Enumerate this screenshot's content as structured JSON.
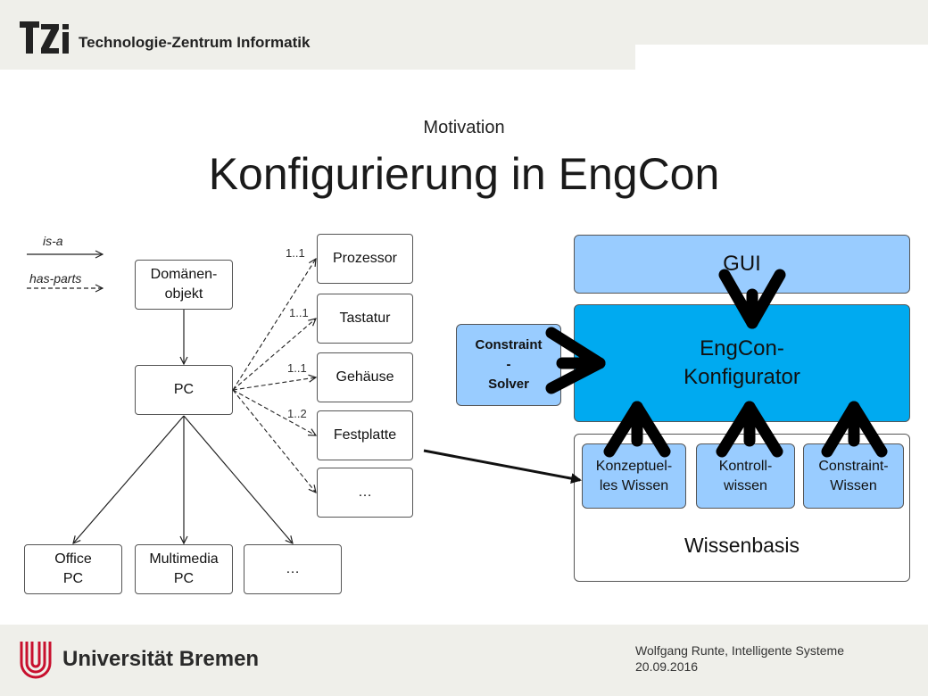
{
  "header": {
    "org_name": "Technologie-Zentrum Informatik"
  },
  "subtitle": "Motivation",
  "title": "Konfigurierung in EngCon",
  "legend": {
    "is_a": "is-a",
    "has_parts": "has-parts"
  },
  "taxonomy": {
    "domain_object": "Domänen-\nobjekt",
    "pc": "PC",
    "office_pc": "Office\nPC",
    "multimedia_pc": "Multimedia\nPC",
    "more_children": "…"
  },
  "parts": [
    {
      "label": "Prozessor",
      "multiplicity": "1..1"
    },
    {
      "label": "Tastatur",
      "multiplicity": "1..1"
    },
    {
      "label": "Gehäuse",
      "multiplicity": "1..1"
    },
    {
      "label": "Festplatte",
      "multiplicity": "1..2"
    },
    {
      "label": "…",
      "multiplicity": ""
    }
  ],
  "architecture": {
    "gui": "GUI",
    "configurator": "EngCon-\nKonfigurator",
    "solver": "Constraint\n-\nSolver",
    "knowledge_base": "Wissenbasis",
    "knowledge_parts": [
      "Konzeptuel-\nles Wissen",
      "Kontroll-\nwissen",
      "Constraint-\nWissen"
    ]
  },
  "colors": {
    "light_blue": "#99ccff",
    "engcon_blue": "#00aaf0",
    "band": "#efefea"
  },
  "footer": {
    "university": "Universität Bremen",
    "author": "Wolfgang Runte, Intelligente Systeme",
    "date": "20.09.2016"
  }
}
